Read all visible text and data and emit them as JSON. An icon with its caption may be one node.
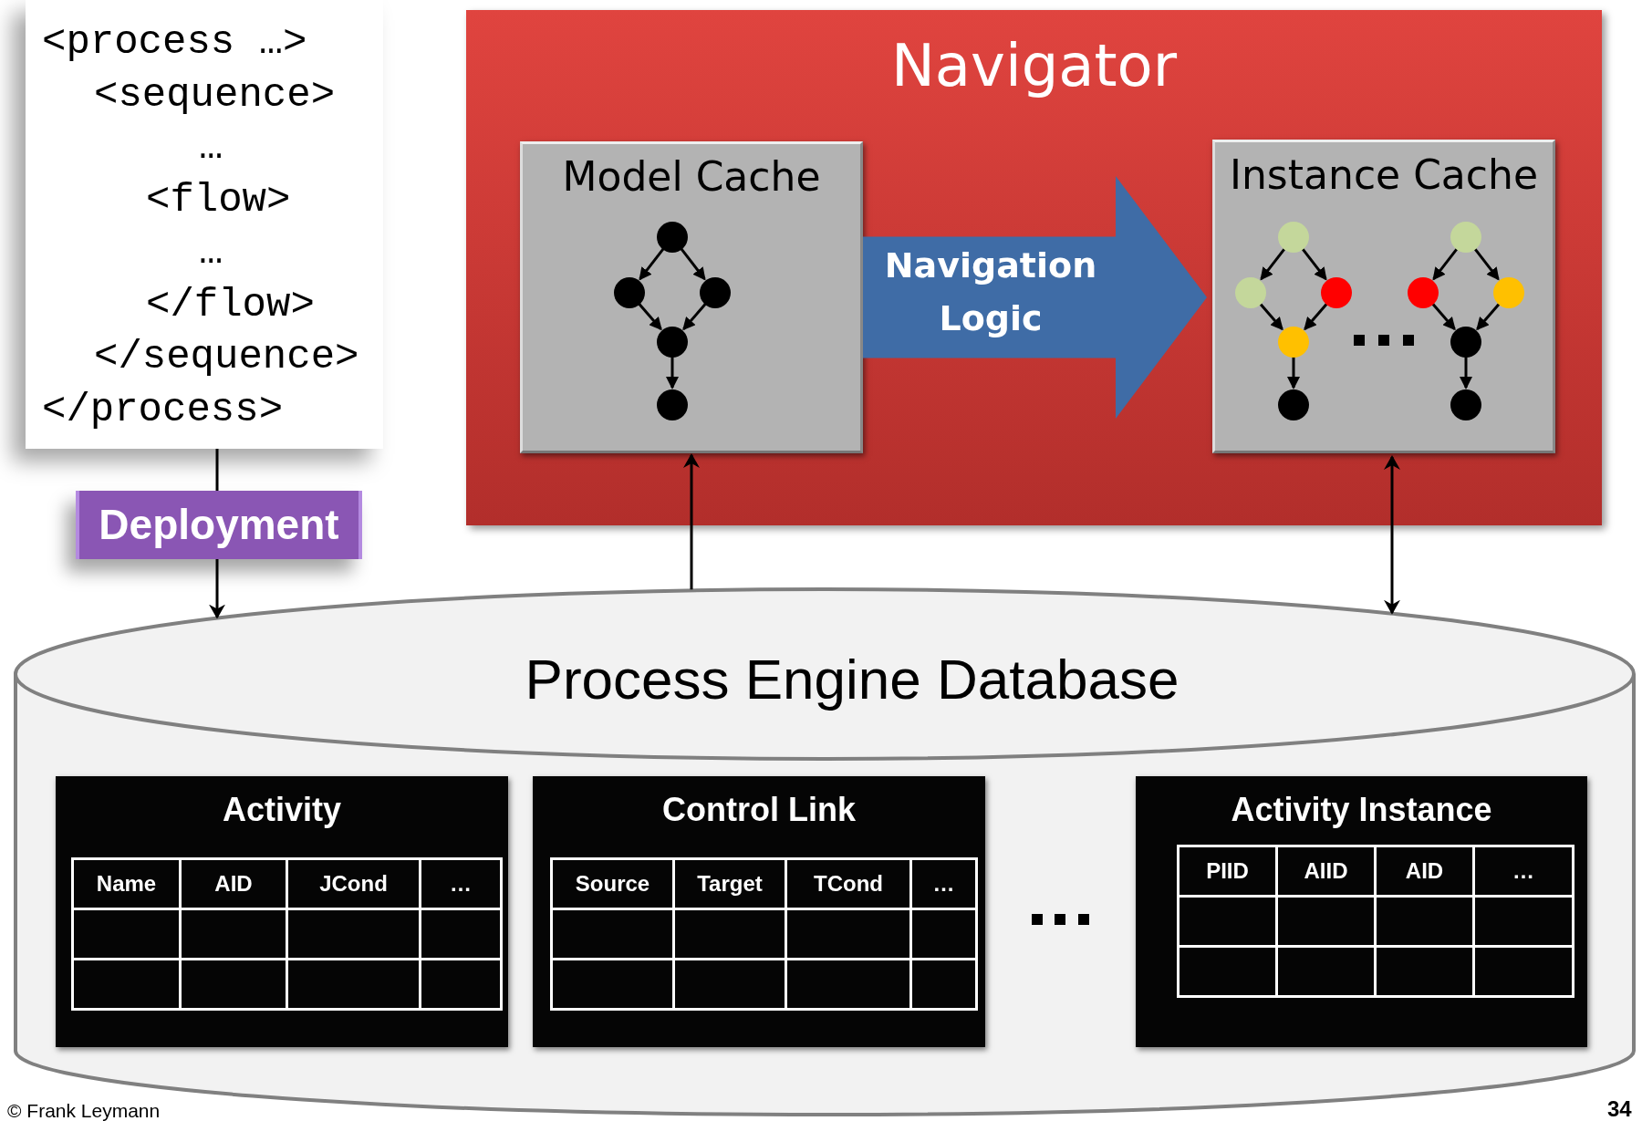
{
  "diagram": {
    "nodes": [
      {
        "text": [
          "<process …>",
          "<sequence>",
          "…",
          "<flow>",
          "…",
          "</flow>",
          "</sequence>",
          "</process>"
        ]
      },
      {
        "text": [
          "Navigator"
        ]
      },
      {
        "text": [
          "Model Cache"
        ],
        "in": 1
      },
      {
        "text": [
          "Instance Cache"
        ],
        "in": 1
      },
      {
        "text": [
          "Process Engine Database"
        ]
      },
      {
        "text": [
          "Activity",
          "Name",
          "AID",
          "JCond",
          "…"
        ],
        "in": 4
      },
      {
        "text": [
          "Control Link",
          "Source",
          "Target",
          "TCond",
          "…"
        ],
        "in": 4
      },
      {
        "text": [
          "Activity Instance",
          "PIID",
          "AIID",
          "AID",
          "…"
        ],
        "in": 4
      }
    ],
    "edges": [
      {
        "from": 0,
        "to": 4,
        "arrow": "to",
        "label": "Deployment"
      },
      {
        "from": 4,
        "to": 2,
        "arrow": "to"
      },
      {
        "from": 4,
        "to": 3,
        "arrow": "both"
      },
      {
        "from": 2,
        "to": 3,
        "arrow": "to",
        "label": "Navigation Logic",
        "style": "thick",
        "color": "#3f6ca6"
      }
    ],
    "labels": [
      "© Frank Leymann",
      "34"
    ]
  }
}
